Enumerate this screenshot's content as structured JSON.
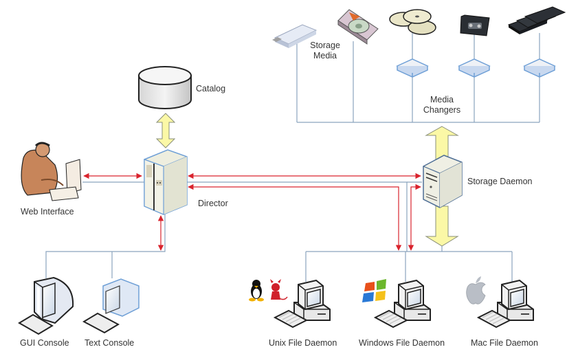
{
  "diagram": {
    "title": "Bacula components architecture",
    "colors": {
      "network_line": "#8aa3bd",
      "control_arrow": "#d9232d",
      "data_arrow_fill": "#fbf8a6",
      "data_arrow_stroke": "#8a8f7a",
      "device_outline": "#6e9fd6"
    },
    "nodes": {
      "catalog": {
        "label": "Catalog",
        "icon": "database-icon"
      },
      "director": {
        "label": "Director",
        "icon": "server-tower-icon"
      },
      "web_interface": {
        "label": "Web Interface",
        "icon": "user-at-computer-icon"
      },
      "storage_daemon": {
        "label": "Storage Daemon",
        "icon": "server-icon"
      },
      "storage_media": {
        "label_line1": "Storage",
        "label_line2": "Media",
        "icons": [
          "usb-drive-icon",
          "hard-disk-icon"
        ]
      },
      "media_changers": {
        "label_line1": "Media",
        "label_line2": "Changers",
        "icons": [
          "optical-discs-icon",
          "tape-cartridge-icon",
          "tape-cartridges-icon"
        ]
      },
      "gui_console": {
        "label": "GUI Console",
        "icon": "crt-monitor-icon"
      },
      "text_console": {
        "label": "Text Console",
        "icon": "monitor-icon"
      },
      "unix_fd": {
        "label": "Unix File Daemon",
        "os_icons": [
          "tux-penguin-icon",
          "bsd-daemon-icon"
        ]
      },
      "windows_fd": {
        "label": "Windows File Daemon",
        "os_icons": [
          "windows-logo-icon"
        ]
      },
      "mac_fd": {
        "label": "Mac File Daemon",
        "os_icons": [
          "apple-logo-icon"
        ]
      }
    }
  }
}
